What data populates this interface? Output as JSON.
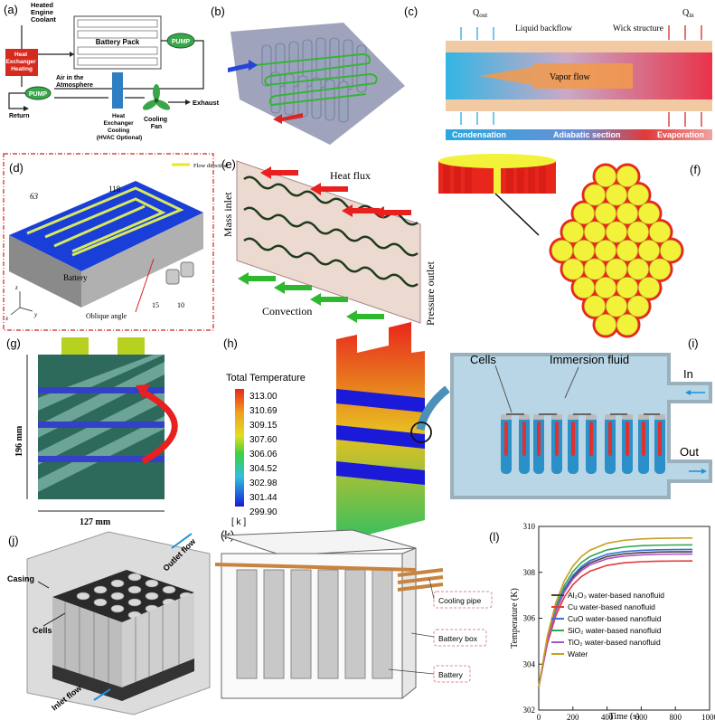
{
  "panel_labels": {
    "a": "(a)",
    "b": "(b)",
    "c": "(c)",
    "d": "(d)",
    "e": "(e)",
    "f": "(f)",
    "g": "(g)",
    "h": "(h)",
    "i": "(i)",
    "j": "(j)",
    "k": "(k)",
    "l": "(l)"
  },
  "a": {
    "heated_engine_coolant": [
      "Heated",
      "Engine",
      "Coolant"
    ],
    "battery_pack": "Battery Pack",
    "pump_top": "PUMP",
    "heat_exchanger_heating": [
      "Heat",
      "Exchanger",
      "Heating"
    ],
    "pump_left": "PUMP",
    "air": [
      "Air in the",
      "Atmosphere"
    ],
    "return": "Return",
    "hx_cooling": [
      "Heat",
      "Exchanger",
      "Cooling",
      "(HVAC Optional)"
    ],
    "cooling_fan": [
      "Cooling",
      "Fan"
    ],
    "exhaust": "Exhaust"
  },
  "c": {
    "q_out": "Q",
    "q_out_sub": "out",
    "q_in": "Q",
    "q_in_sub": "in",
    "liquid_backflow": "Liquid backflow",
    "wick_structure": "Wick structure",
    "vapor_flow": "Vapor flow",
    "condensation": "Condensation",
    "adiabatic": "Adiabatic section",
    "evaporation": "Evaporation"
  },
  "d": {
    "flow_direction": "Flow direction",
    "dim_118": "118",
    "dim_63": "63",
    "battery": "Battery",
    "oblique": "Oblique angle",
    "dim_15": "15",
    "dim_10": "10",
    "axis_z": "z",
    "axis_x": "x",
    "axis_y": "y"
  },
  "e": {
    "heat_flux": "Heat flux",
    "mass_inlet": "Mass inlet",
    "pressure_outlet": "Pressure outlet",
    "convection": "Convection"
  },
  "g": {
    "height": "196 mm",
    "width": "127 mm"
  },
  "h": {
    "legend_title": "Total Temperature",
    "ticks": [
      "313.00",
      "310.69",
      "309.15",
      "307.60",
      "306.06",
      "304.52",
      "302.98",
      "301.44",
      "299.90"
    ],
    "unit": "[ k ]"
  },
  "i": {
    "cells": "Cells",
    "fluid": "Immersion fluid",
    "in": "In",
    "out": "Out"
  },
  "j": {
    "casing": "Casing",
    "cells": "Cells",
    "outlet": "Outlet flow",
    "inlet": "Inlet flow"
  },
  "k": {
    "cooling_pipe": "Cooling pipe",
    "battery_box": "Battery box",
    "battery": "Battery"
  },
  "colors": {
    "red": "#e8261c",
    "yellow": "#f2f23a",
    "blue_arrow": "#1e90d6",
    "green_arrow": "#2eb82e"
  },
  "chart_data": {
    "type": "line",
    "xlabel": "Time (s)",
    "ylabel": "Temperature (K)",
    "xlim": [
      0,
      1000
    ],
    "ylim": [
      302,
      310
    ],
    "xticks": [
      "0",
      "200",
      "400",
      "600",
      "800",
      "1000"
    ],
    "yticks": [
      "302",
      "304",
      "306",
      "308",
      "310"
    ],
    "legend_position": "center-right",
    "series": [
      {
        "name": "Al₂O₃ water-based nanofluid",
        "color": "#444444",
        "final": 308.9
      },
      {
        "name": "Cu water-based nanofluid",
        "color": "#e03c3c",
        "final": 308.5
      },
      {
        "name": "CuO water-based nanofluid",
        "color": "#3b6fd6",
        "final": 309.0
      },
      {
        "name": "SiO₂ water-based nanofluid",
        "color": "#2fa84f",
        "final": 309.2
      },
      {
        "name": "TiO₂ water-based nanofluid",
        "color": "#b44fc7",
        "final": 308.8
      },
      {
        "name": "Water",
        "color": "#c8a020",
        "final": 309.5
      }
    ],
    "x": [
      0,
      50,
      100,
      150,
      200,
      250,
      300,
      400,
      500,
      600,
      700,
      800,
      900
    ],
    "start": 303.0
  }
}
